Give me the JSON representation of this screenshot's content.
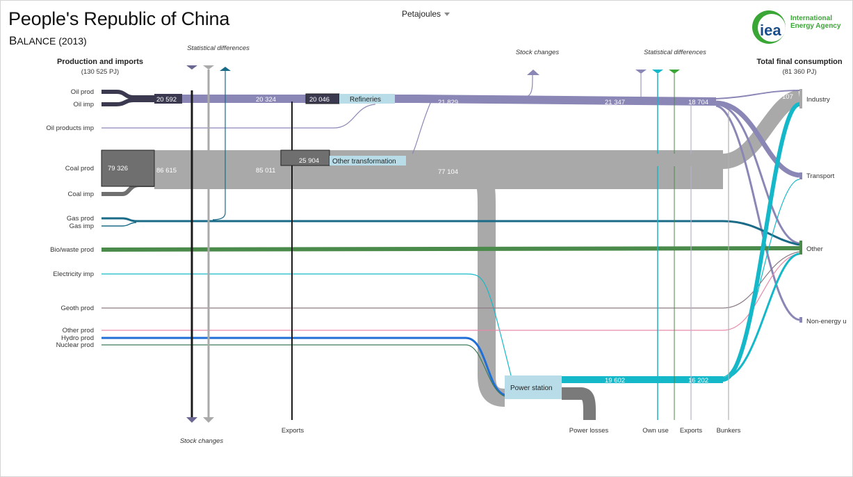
{
  "header": {
    "title": "People's Republic of China",
    "subtitle_initial": "B",
    "subtitle_rest": "ALANCE (2013)",
    "unit_selector": "Petajoules"
  },
  "logo": {
    "mark": "iea",
    "line1": "International",
    "line2": "Energy Agency"
  },
  "left_column": {
    "heading": "Production and imports",
    "total": "(130 525 PJ)"
  },
  "right_column": {
    "heading": "Total final consumption",
    "total": "(81 360 PJ)"
  },
  "sources": {
    "oil_prod": "Oil prod",
    "oil_imp": "Oil imp",
    "oil_products_imp": "Oil products imp",
    "coal_prod": "Coal prod",
    "coal_imp": "Coal imp",
    "gas_prod": "Gas prod",
    "gas_imp": "Gas imp",
    "bio_waste_prod": "Bio/waste prod",
    "electricity_imp": "Electricity imp",
    "geoth_prod": "Geoth prod",
    "other_prod": "Other prod",
    "hydro_prod": "Hydro prod",
    "nuclear_prod": "Nuclear prod"
  },
  "sinks": {
    "industry": "Industry",
    "transport": "Transport",
    "other": "Other",
    "non_energy": "Non-energy u"
  },
  "side_labels": {
    "stat_diff_left": "Statistical differences",
    "stat_diff_right": "Statistical differences",
    "stock_changes_top": "Stock changes",
    "stock_changes_bottom": "Stock changes",
    "exports_mid": "Exports",
    "power_losses": "Power losses",
    "own_use": "Own use",
    "exports_right": "Exports",
    "bunkers": "Bunkers"
  },
  "nodes": {
    "refineries": "Refineries",
    "other_transformation": "Other transformation",
    "power_station": "Power station"
  },
  "values": {
    "oil_1": "20 592",
    "oil_2": "20 324",
    "oil_3": "20 046",
    "oil_4": "21 829",
    "oil_5": "21 347",
    "oil_6": "18 704",
    "industry_partial": "107",
    "coal_prod_value": "79 326",
    "coal_1": "86 615",
    "coal_2": "85 011",
    "coal_3": "25 904",
    "coal_4": "77 104",
    "elec_1": "19 602",
    "elec_2": "16 202"
  },
  "colors": {
    "oil": "#8a86b5",
    "oil_dark": "#3a3950",
    "coal": "#a9a9a9",
    "coal_dark": "#6f6f6f",
    "gas": "#1a6b87",
    "bio": "#4a8a4a",
    "electricity": "#14b8c8",
    "hydro": "#1f6fd6",
    "geoth": "#8a7a84",
    "other_prod": "#e88aa8",
    "nuclear": "#3c7a5a",
    "transform_box": "#b8dde8",
    "power_losses": "#7a7a7a",
    "logo_green": "#3aa635"
  }
}
